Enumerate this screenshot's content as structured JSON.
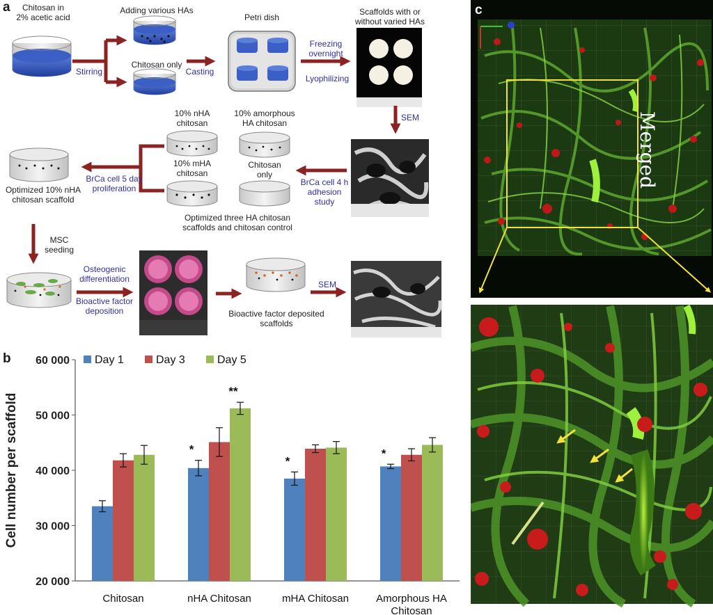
{
  "panel_a": {
    "label": "a",
    "chitosan_acetic": "Chitosan in\n2% acetic acid",
    "adding_has": "Adding various HAs",
    "chitosan_only_top": "Chitosan only",
    "stirring": "Stirring",
    "petri": "Petri dish",
    "casting": "Casting",
    "freezing": "Freezing\novernight",
    "lyophilizing": "Lyophilizing",
    "scaffolds_title": "Scaffolds with or\nwithout varied HAs",
    "sem1": "SEM",
    "nha": "10% nHA\nchitosan",
    "amorph": "10% amorphous\nHA chitosan",
    "mha": "10% mHA\nchitosan",
    "chit_only2": "Chitosan\nonly",
    "brca_prolif": "BrCa cell 5 day\nproliferation",
    "brca_adh": "BrCa cell 4 h\nadhesion study",
    "optimized_nha": "Optimized 10% nHA\nchitosan scaffold",
    "optimized_three": "Optimized three HA chitosan\nscaffolds and chitosan control",
    "msc": "MSC\nseeding",
    "osteo": "Osteogenic\ndifferentiation",
    "bioactive_dep": "Bioactive factor\ndeposition",
    "bioactive_scaf": "Bioactive factor deposited\nscaffolds",
    "sem2": "SEM"
  },
  "panel_b": {
    "label": "b"
  },
  "panel_c": {
    "label": "c",
    "merged": "Merged"
  },
  "chart_data": {
    "type": "bar",
    "title": "",
    "xlabel": "",
    "ylabel": "Cell number per scaffold",
    "ylim": [
      20000,
      60000
    ],
    "yticks": [
      20000,
      30000,
      40000,
      50000,
      60000
    ],
    "ytick_labels": [
      "20 000",
      "30 000",
      "40 000",
      "50 000",
      "60 000"
    ],
    "categories": [
      "Chitosan",
      "nHA Chitosan",
      "mHA Chitosan",
      "Amorphous HA\nChitosan"
    ],
    "legend_position": "top-left",
    "grid": false,
    "series": [
      {
        "name": "Day 1",
        "color": "#4f81bd",
        "values": [
          33500,
          40400,
          38500,
          40700
        ],
        "errors": [
          1000,
          1400,
          1200,
          400
        ],
        "marks": [
          "",
          "*",
          "*",
          "*"
        ]
      },
      {
        "name": "Day 3",
        "color": "#c0504d",
        "values": [
          41800,
          45100,
          43900,
          42800
        ],
        "errors": [
          1200,
          2600,
          700,
          1100
        ],
        "marks": [
          "",
          "",
          "",
          ""
        ]
      },
      {
        "name": "Day 5",
        "color": "#9bbb59",
        "values": [
          42800,
          51200,
          44100,
          44600
        ],
        "errors": [
          1700,
          1100,
          1100,
          1300
        ],
        "marks": [
          "",
          "**",
          "",
          ""
        ]
      }
    ]
  }
}
